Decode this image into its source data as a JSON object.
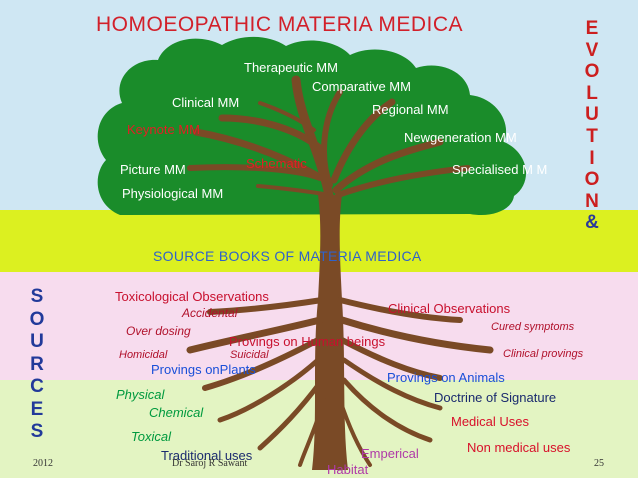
{
  "title": "HOMOEOPATHIC MATERIA MEDICA",
  "evolution_letters": [
    "E",
    "V",
    "O",
    "L",
    "U",
    "T",
    "I",
    "O",
    "N",
    "&"
  ],
  "sources_letters": [
    "S",
    "O",
    "U",
    "R",
    "C",
    "E",
    "S"
  ],
  "source_books_heading": "SOURCE BOOKS OF MATERIA MEDICA",
  "evolution_branches": {
    "therapeutic": "Therapeutic MM",
    "comparative": "Comparative MM",
    "clinical": "Clinical MM",
    "regional": "Regional MM",
    "keynote": "Keynote MM",
    "newgeneration": "Newgeneration MM",
    "schematic": "Schematic",
    "picture": "Picture MM",
    "specialised": "Specialised M M",
    "physiological": "Physiological MM"
  },
  "source_roots": {
    "toxicological": "Toxicological Observations",
    "accidental": "Accidental",
    "over_dosing": "Over dosing",
    "homicidal": "Homicidal",
    "suicidal": "Suicidal",
    "provings_human": "Provings on Human beings",
    "clinical_observations": "Clinical Observations",
    "cured_symptoms": "Cured symptoms",
    "clinical_provings": "Clinical provings",
    "provings_plants": "Provings onPlants",
    "provings_animals": "Provings on Animals",
    "physical": "Physical",
    "chemical": "Chemical",
    "toxical": "Toxical",
    "doctrine": "Doctrine of Signature",
    "medical_uses": "Medical Uses",
    "non_medical_uses": "Non medical uses",
    "traditional_uses": "Traditional uses",
    "emperical": "Emperical",
    "habitat": "Habitat"
  },
  "footer": {
    "date": "2012",
    "author": "Dr Saroj R Sawant",
    "page": "25"
  },
  "colors": {
    "band_top": "#cfe7f3",
    "band_yellow": "#dcf020",
    "band_pink": "#f7dcee",
    "band_bottom": "#e3f4c2",
    "canopy": "#1a8c2a",
    "trunk": "#7a4a26"
  }
}
